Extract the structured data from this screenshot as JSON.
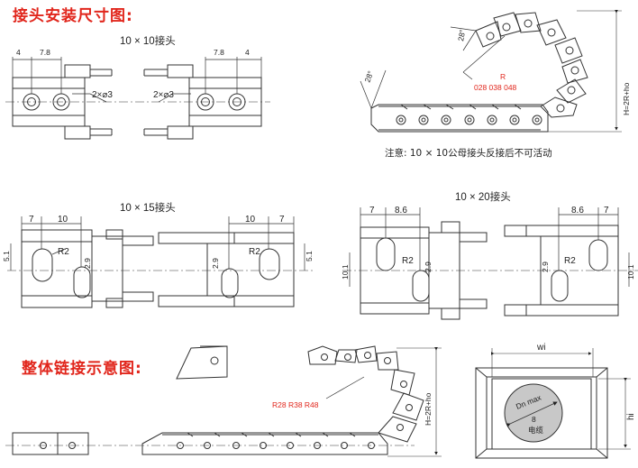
{
  "headings": {
    "install": "接头安装尺寸图:",
    "overall": "整体链接示意图:"
  },
  "joints": {
    "j10x10": "10 × 10接头",
    "j10x15": "10 × 15接头",
    "j10x20": "10 × 20接头"
  },
  "note": "注意:  10 × 10公母接头反接后不可活动",
  "dims_10x10": {
    "left_a": "4",
    "left_b": "7.8",
    "right_a": "7.8",
    "right_b": "4",
    "hole_left": "2×⌀3",
    "hole_right": "2×⌀3"
  },
  "dims_10x15": {
    "left_a": "7",
    "left_b": "10",
    "right_a": "10",
    "right_b": "7",
    "r_left": "R2",
    "r_right": "R2",
    "v_left": "5.1",
    "v_right": "5.1",
    "s_left": "2.9",
    "s_right": "2.9"
  },
  "dims_10x20": {
    "left_a": "7",
    "left_b": "8.6",
    "right_a": "8.6",
    "right_b": "7",
    "r_left": "R2",
    "r_right": "R2",
    "v_left": "10.1",
    "v_right": "10.1",
    "s_left": "2.9",
    "s_right": "2.9"
  },
  "chain_top": {
    "angle_a": "28°",
    "angle_b": "28°",
    "r_label": "R",
    "r_values": "028  038  048",
    "height": "H=2R+ho"
  },
  "chain_bottom": {
    "r_values": "R28  R38  R48",
    "height": "H=2R+ho"
  },
  "section": {
    "wi": "wi",
    "hi": "hi",
    "dn": "Dn max",
    "dn_sym": "8",
    "cable": "电缆"
  },
  "colors": {
    "accent": "#e1261c",
    "line": "#333333"
  }
}
